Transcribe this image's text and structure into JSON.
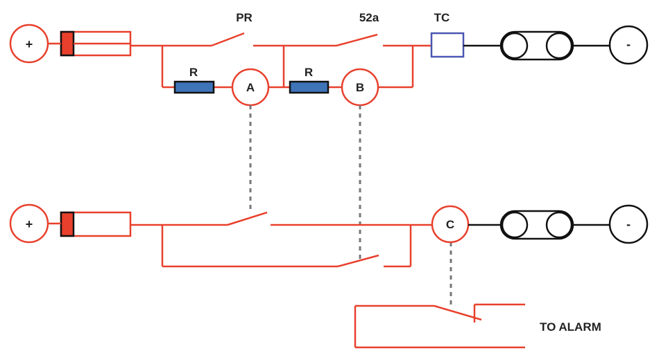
{
  "colors": {
    "wire": "#e8402c",
    "black": "#111111",
    "resistor": "#3f74b8",
    "trip_coil": "#4a56b0",
    "fuse_fill": "#e8402c",
    "dashed": "#777777"
  },
  "labels": {
    "pr": "PR",
    "contact_52a": "52a",
    "tc": "TC",
    "r1": "R",
    "r2": "R",
    "relay_a": "A",
    "relay_b": "B",
    "relay_c": "C",
    "to_alarm": "TO ALARM",
    "plus_top": "+",
    "minus_top": "-",
    "plus_bottom": "+",
    "minus_bottom": "-"
  },
  "icons": {
    "source": "circle-terminal-icon",
    "fuse": "fuse-icon",
    "resistor": "resistor-icon",
    "contact": "open-contact-icon",
    "battery": "capsule-battery-icon"
  }
}
